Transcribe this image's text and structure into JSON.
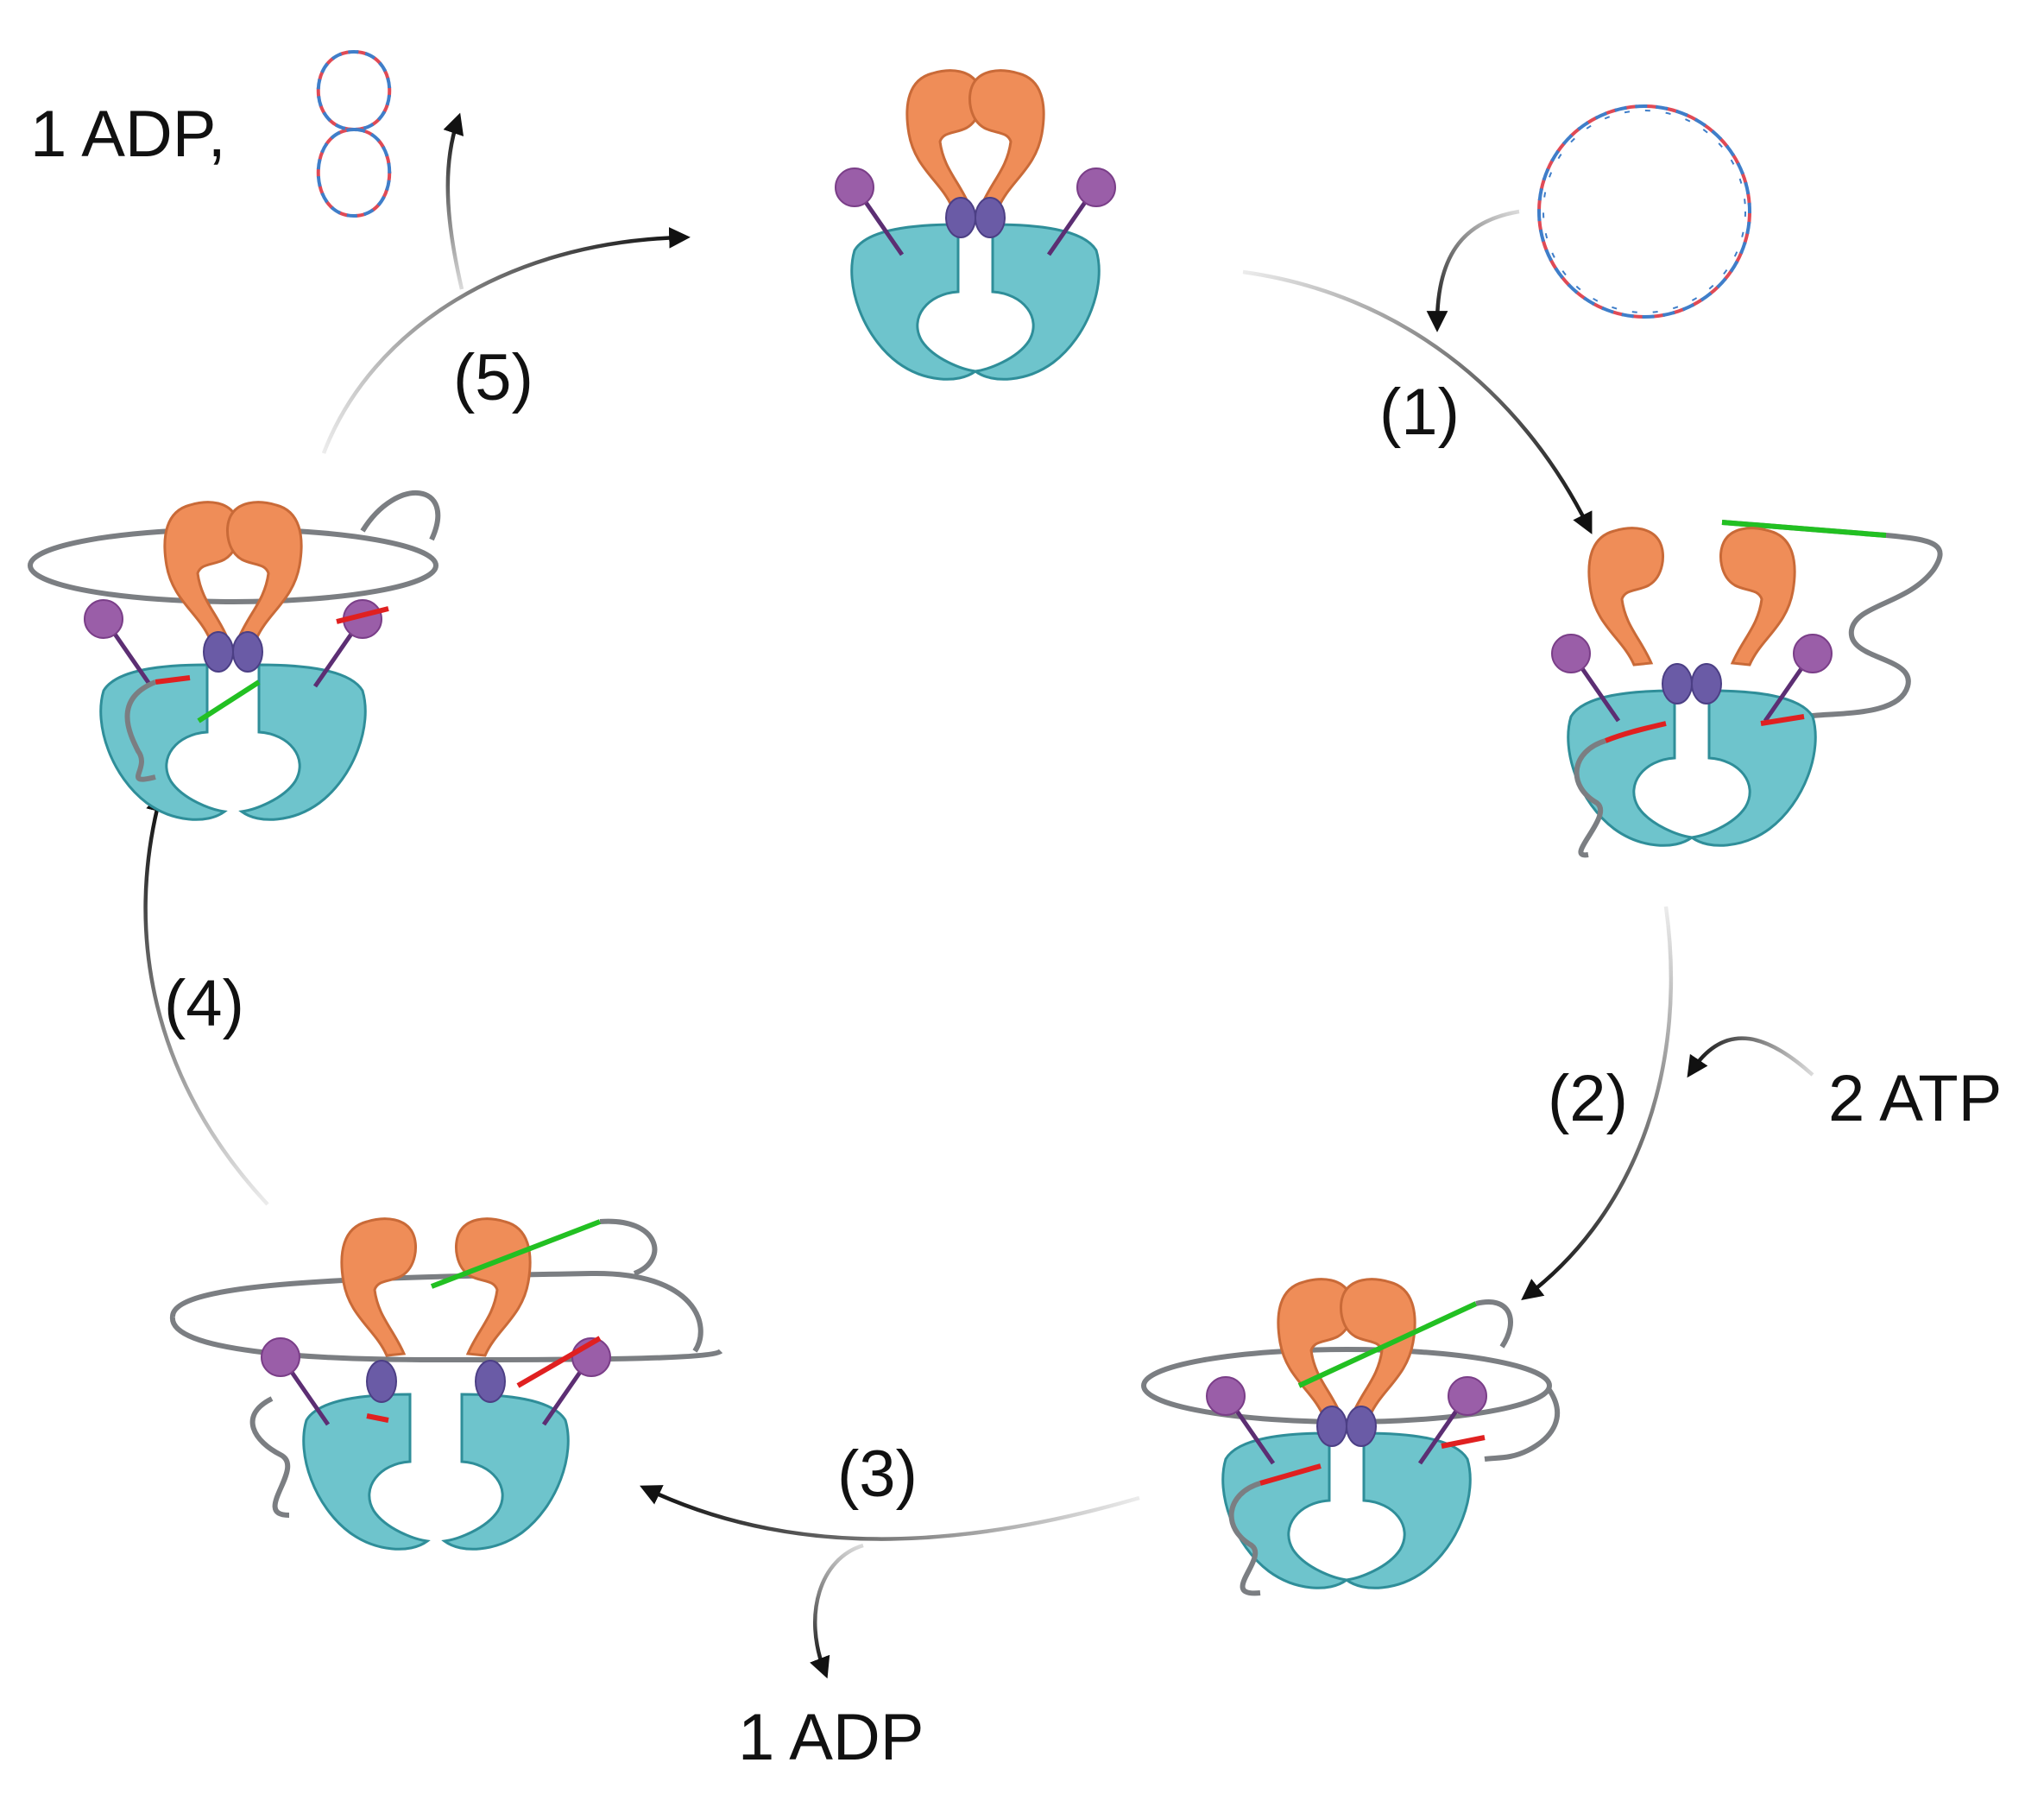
{
  "steps": [
    {
      "label": "(1)"
    },
    {
      "label": "(2)"
    },
    {
      "label": "(3)"
    },
    {
      "label": "(4)"
    },
    {
      "label": "(5)"
    }
  ],
  "inputs": {
    "atp": "2 ATP",
    "adp_step3": "1 ADP",
    "adp_step5": "1 ADP,"
  },
  "colors": {
    "atpase_head": "#EF8D58",
    "head_stroke": "#C96A38",
    "clamp": "#6EC4CC",
    "clamp_stroke": "#2F8E99",
    "nucleotide_site": "#6A5BA6",
    "toprim_ball": "#9A5EA8",
    "dna_gate_segment": "#E02020",
    "transport_segment": "#22C022",
    "dna": "#7B7E82",
    "plasmid_strand_a": "#E04A55",
    "plasmid_strand_b": "#3F7EC9",
    "arrow": "#111111"
  }
}
